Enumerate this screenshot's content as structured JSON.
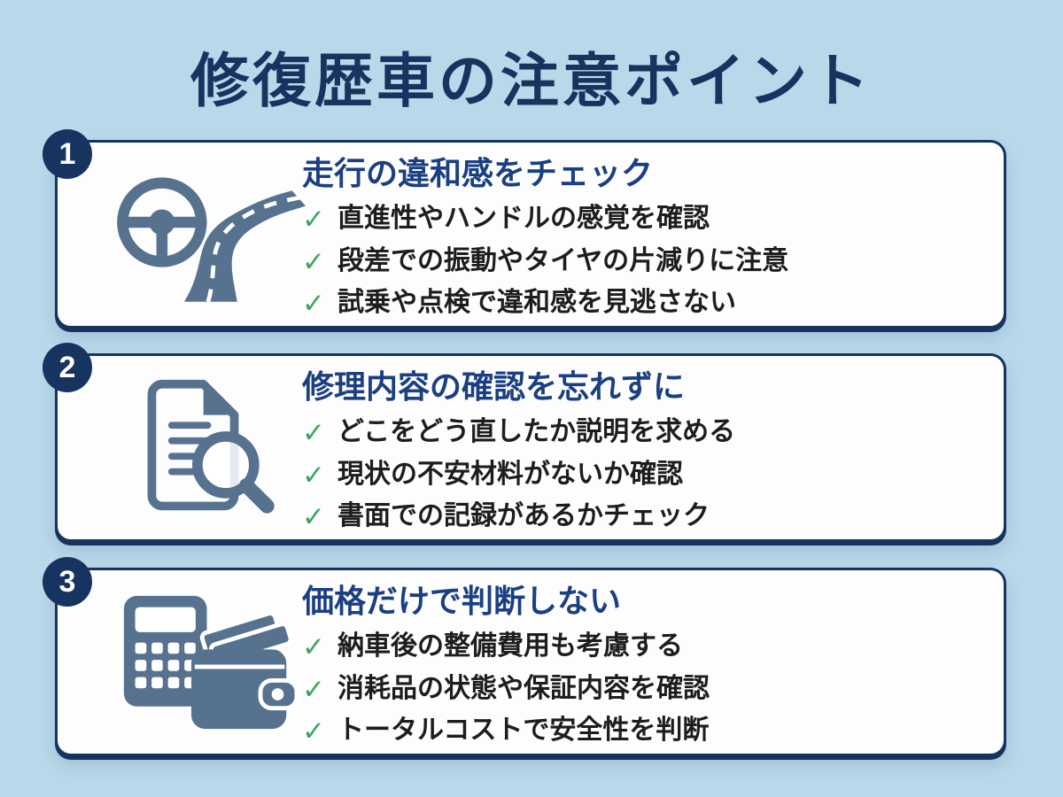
{
  "page": {
    "title": "修復歴車の注意ポイント"
  },
  "colors": {
    "bg": "#b9d9ea",
    "card": "#fdfdfd",
    "navy": "#17335f",
    "blue": "#1a3f82",
    "text": "#1d1d1d",
    "green": "#3da55f",
    "slate": "#56728f"
  },
  "icons": {
    "check": "✓"
  },
  "cards": [
    {
      "number": "1",
      "icon": "steering-wheel-road-icon",
      "heading": "走行の違和感をチェック",
      "items": [
        "直進性やハンドルの感覚を確認",
        "段差での振動やタイヤの片減りに注意",
        "試乗や点検で違和感を見逃さない"
      ]
    },
    {
      "number": "2",
      "icon": "document-magnifier-icon",
      "heading": "修理内容の確認を忘れずに",
      "items": [
        "どこをどう直したか説明を求める",
        "現状の不安材料がないか確認",
        "書面での記録があるかチェック"
      ]
    },
    {
      "number": "3",
      "icon": "calculator-wallet-icon",
      "heading": "価格だけで判断しない",
      "items": [
        "納車後の整備費用も考慮する",
        "消耗品の状態や保証内容を確認",
        "トータルコストで安全性を判断"
      ]
    }
  ]
}
